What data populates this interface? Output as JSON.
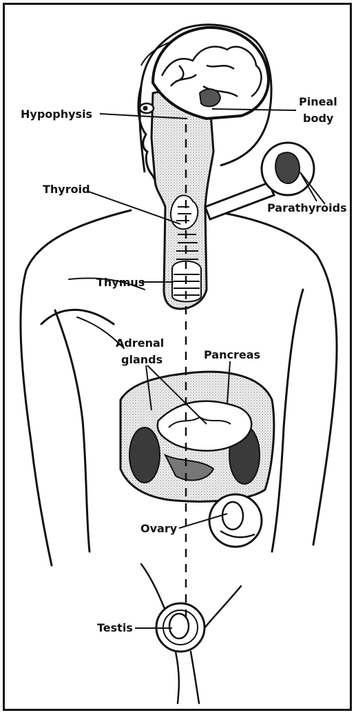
{
  "diagram": {
    "labels": {
      "hypophysis": "Hypophysis",
      "pineal_1": "Pineal",
      "pineal_2": "body",
      "thyroid": "Thyroid",
      "parathyroids": "Parathyroids",
      "thymus": "Thymus",
      "adrenal_1": "Adrenal",
      "adrenal_2": "glands",
      "pancreas": "Pancreas",
      "ovary": "Ovary",
      "testis": "Testis"
    }
  },
  "colors": {
    "ink": "#111111",
    "shade": "#c9c9c9",
    "paper": "#ffffff"
  }
}
